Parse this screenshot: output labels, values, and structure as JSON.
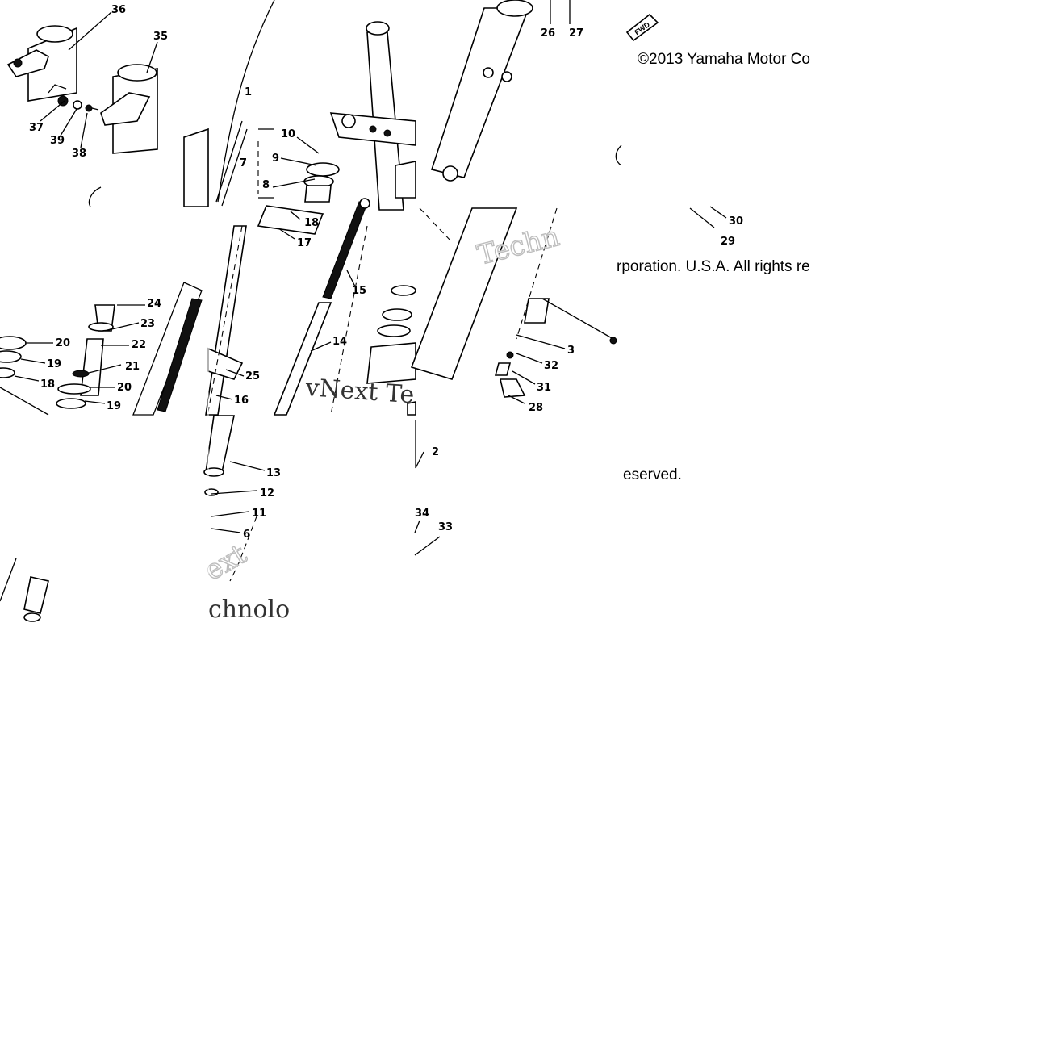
{
  "diagram": {
    "copyright_pieces": [
      "©2013 Yamaha Motor Co",
      "rporation. U.S.A. All rights re",
      "eserved."
    ],
    "watermark_pieces": [
      "Techn",
      "vNext Te",
      "ext",
      "chnolo"
    ],
    "fwd_tag": "FWD",
    "callouts": [
      "1",
      "2",
      "3",
      "6",
      "7",
      "8",
      "9",
      "10",
      "11",
      "12",
      "13",
      "14",
      "15",
      "16",
      "17",
      "18",
      "18",
      "19",
      "19",
      "20",
      "20",
      "21",
      "22",
      "23",
      "24",
      "25",
      "26",
      "27",
      "28",
      "29",
      "30",
      "31",
      "32",
      "33",
      "34",
      "35",
      "36",
      "37",
      "38",
      "39"
    ]
  }
}
